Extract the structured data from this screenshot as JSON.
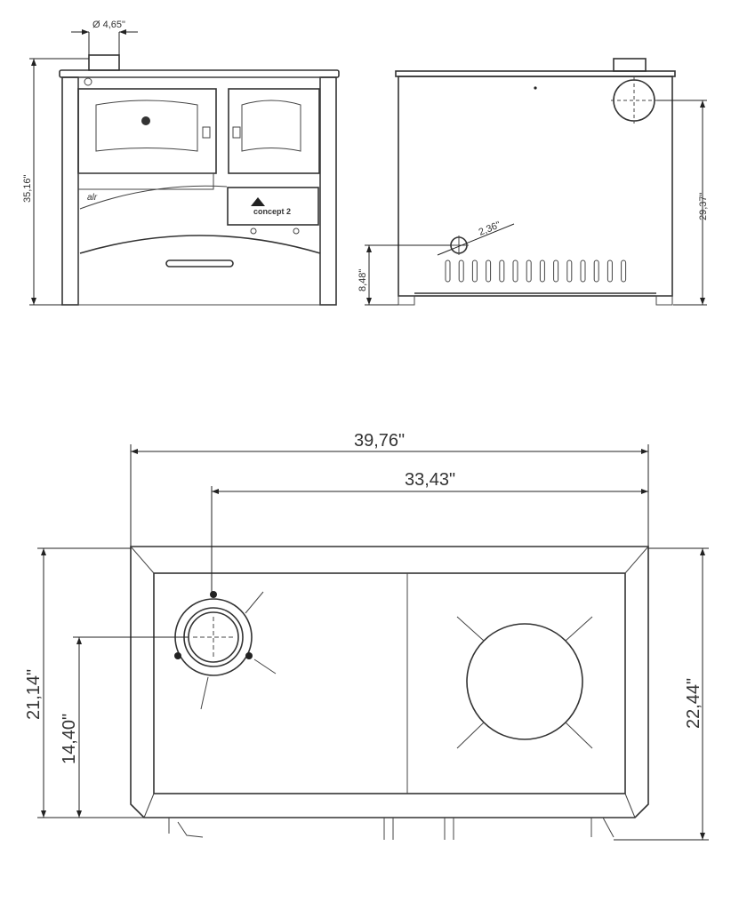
{
  "front_view": {
    "flue_diameter": "Ø 4,65\"",
    "height": "35,16\"",
    "logo_text": "concept 2",
    "badge_text": "alr"
  },
  "back_view": {
    "flue_center_height": "29,37\"",
    "inlet_diameter": "2,36\"",
    "inlet_height": "8,48\""
  },
  "top_view": {
    "total_width": "39,76\"",
    "flue_offset": "33,43\"",
    "flue_depth": "21,14\"",
    "flue_from_front": "14,40\"",
    "total_depth": "22,44\""
  }
}
